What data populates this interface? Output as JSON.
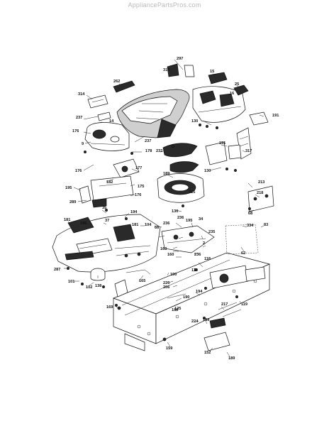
{
  "header": {
    "site": "AppliancePartsPros.com"
  },
  "diagram": {
    "callouts": [
      {
        "id": "c1",
        "text": "297"
      },
      {
        "id": "c2",
        "text": "318"
      },
      {
        "id": "c3",
        "text": "15"
      },
      {
        "id": "c4",
        "text": "25"
      },
      {
        "id": "c5",
        "text": "16"
      },
      {
        "id": "c6",
        "text": "262"
      },
      {
        "id": "c7",
        "text": "314"
      },
      {
        "id": "c8",
        "text": "237"
      },
      {
        "id": "c9",
        "text": "14"
      },
      {
        "id": "c10",
        "text": "191"
      },
      {
        "id": "c11",
        "text": "176"
      },
      {
        "id": "c12",
        "text": "130"
      },
      {
        "id": "c13",
        "text": "9"
      },
      {
        "id": "c14",
        "text": "237"
      },
      {
        "id": "c15",
        "text": "178"
      },
      {
        "id": "c16",
        "text": "232"
      },
      {
        "id": "c17",
        "text": "151"
      },
      {
        "id": "c18",
        "text": "317"
      },
      {
        "id": "c19",
        "text": "176"
      },
      {
        "id": "c20",
        "text": "177"
      },
      {
        "id": "c21",
        "text": "130"
      },
      {
        "id": "c22",
        "text": "182"
      },
      {
        "id": "c23",
        "text": "175"
      },
      {
        "id": "c24",
        "text": "189"
      },
      {
        "id": "c25",
        "text": "315"
      },
      {
        "id": "c26",
        "text": "213"
      },
      {
        "id": "c27",
        "text": "195"
      },
      {
        "id": "c28",
        "text": "176"
      },
      {
        "id": "c29",
        "text": "218"
      },
      {
        "id": "c30",
        "text": "289"
      },
      {
        "id": "c31",
        "text": "68"
      },
      {
        "id": "c32",
        "text": "35"
      },
      {
        "id": "c33",
        "text": "130"
      },
      {
        "id": "c34",
        "text": "181"
      },
      {
        "id": "c35",
        "text": "194"
      },
      {
        "id": "c36",
        "text": "236"
      },
      {
        "id": "c37",
        "text": "34"
      },
      {
        "id": "c38",
        "text": "196"
      },
      {
        "id": "c39",
        "text": "37"
      },
      {
        "id": "c40",
        "text": "334"
      },
      {
        "id": "c41",
        "text": "83"
      },
      {
        "id": "c42",
        "text": "181"
      },
      {
        "id": "c43",
        "text": "104"
      },
      {
        "id": "c44",
        "text": "236"
      },
      {
        "id": "c45",
        "text": "66"
      },
      {
        "id": "c46",
        "text": "195"
      },
      {
        "id": "c47",
        "text": "235"
      },
      {
        "id": "c48",
        "text": "2"
      },
      {
        "id": "c49",
        "text": "163"
      },
      {
        "id": "c50",
        "text": "160"
      },
      {
        "id": "c51",
        "text": "236"
      },
      {
        "id": "c52",
        "text": "62"
      },
      {
        "id": "c53",
        "text": "287"
      },
      {
        "id": "c54",
        "text": "118"
      },
      {
        "id": "c55",
        "text": "119"
      },
      {
        "id": "c56",
        "text": "101"
      },
      {
        "id": "c57",
        "text": "102"
      },
      {
        "id": "c58",
        "text": "138"
      },
      {
        "id": "c59",
        "text": "165"
      },
      {
        "id": "c60",
        "text": "190"
      },
      {
        "id": "c61",
        "text": "226"
      },
      {
        "id": "c62",
        "text": "206"
      },
      {
        "id": "c63",
        "text": "190"
      },
      {
        "id": "c64",
        "text": "194"
      },
      {
        "id": "c65",
        "text": "186"
      },
      {
        "id": "c66",
        "text": "125"
      },
      {
        "id": "c67",
        "text": "217"
      },
      {
        "id": "c68",
        "text": "119"
      },
      {
        "id": "c69",
        "text": "169"
      },
      {
        "id": "c70",
        "text": "189"
      },
      {
        "id": "c71",
        "text": "224"
      },
      {
        "id": "c72",
        "text": "159"
      },
      {
        "id": "c73",
        "text": "152"
      },
      {
        "id": "c74",
        "text": "189"
      }
    ]
  },
  "colors": {
    "line": "#222222",
    "label": "#111111",
    "header": "#b8b8b8",
    "fill_dark": "#2a2a2a"
  }
}
